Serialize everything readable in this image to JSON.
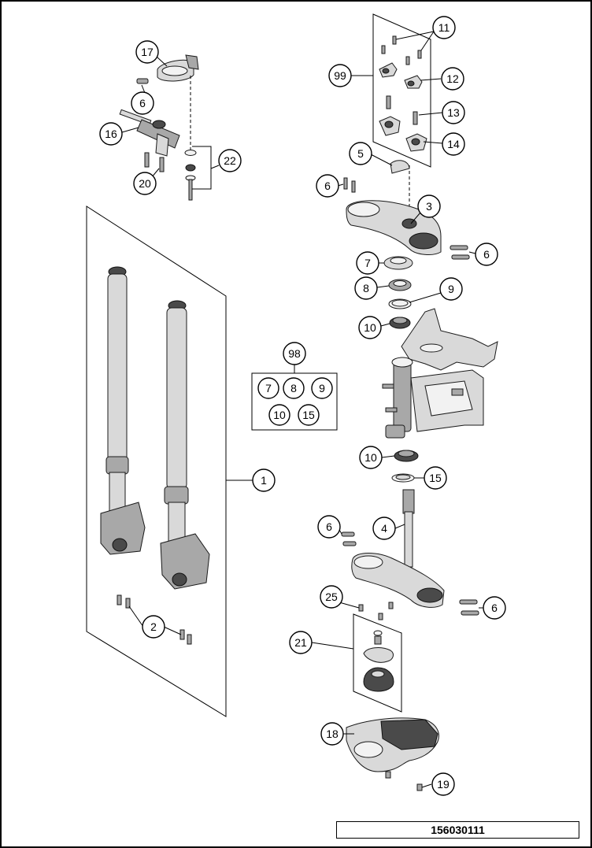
{
  "drawing_number": "156030111",
  "callouts": [
    {
      "id": "c17",
      "label": "17"
    },
    {
      "id": "c6a",
      "label": "6"
    },
    {
      "id": "c16",
      "label": "16"
    },
    {
      "id": "c20",
      "label": "20"
    },
    {
      "id": "c22",
      "label": "22"
    },
    {
      "id": "c11",
      "label": "11"
    },
    {
      "id": "c99",
      "label": "99"
    },
    {
      "id": "c12",
      "label": "12"
    },
    {
      "id": "c13",
      "label": "13"
    },
    {
      "id": "c14",
      "label": "14"
    },
    {
      "id": "c5",
      "label": "5"
    },
    {
      "id": "c6b",
      "label": "6"
    },
    {
      "id": "c3",
      "label": "3"
    },
    {
      "id": "c6c",
      "label": "6"
    },
    {
      "id": "c7",
      "label": "7"
    },
    {
      "id": "c8",
      "label": "8"
    },
    {
      "id": "c9",
      "label": "9"
    },
    {
      "id": "c10a",
      "label": "10"
    },
    {
      "id": "c98",
      "label": "98"
    },
    {
      "id": "k7",
      "label": "7"
    },
    {
      "id": "k8",
      "label": "8"
    },
    {
      "id": "k9",
      "label": "9"
    },
    {
      "id": "k10",
      "label": "10"
    },
    {
      "id": "k15",
      "label": "15"
    },
    {
      "id": "c1",
      "label": "1"
    },
    {
      "id": "c10b",
      "label": "10"
    },
    {
      "id": "c15",
      "label": "15"
    },
    {
      "id": "c6d",
      "label": "6"
    },
    {
      "id": "c4",
      "label": "4"
    },
    {
      "id": "c25",
      "label": "25"
    },
    {
      "id": "c6e",
      "label": "6"
    },
    {
      "id": "c2",
      "label": "2"
    },
    {
      "id": "c21",
      "label": "21"
    },
    {
      "id": "c18",
      "label": "18"
    },
    {
      "id": "c19",
      "label": "19"
    }
  ]
}
